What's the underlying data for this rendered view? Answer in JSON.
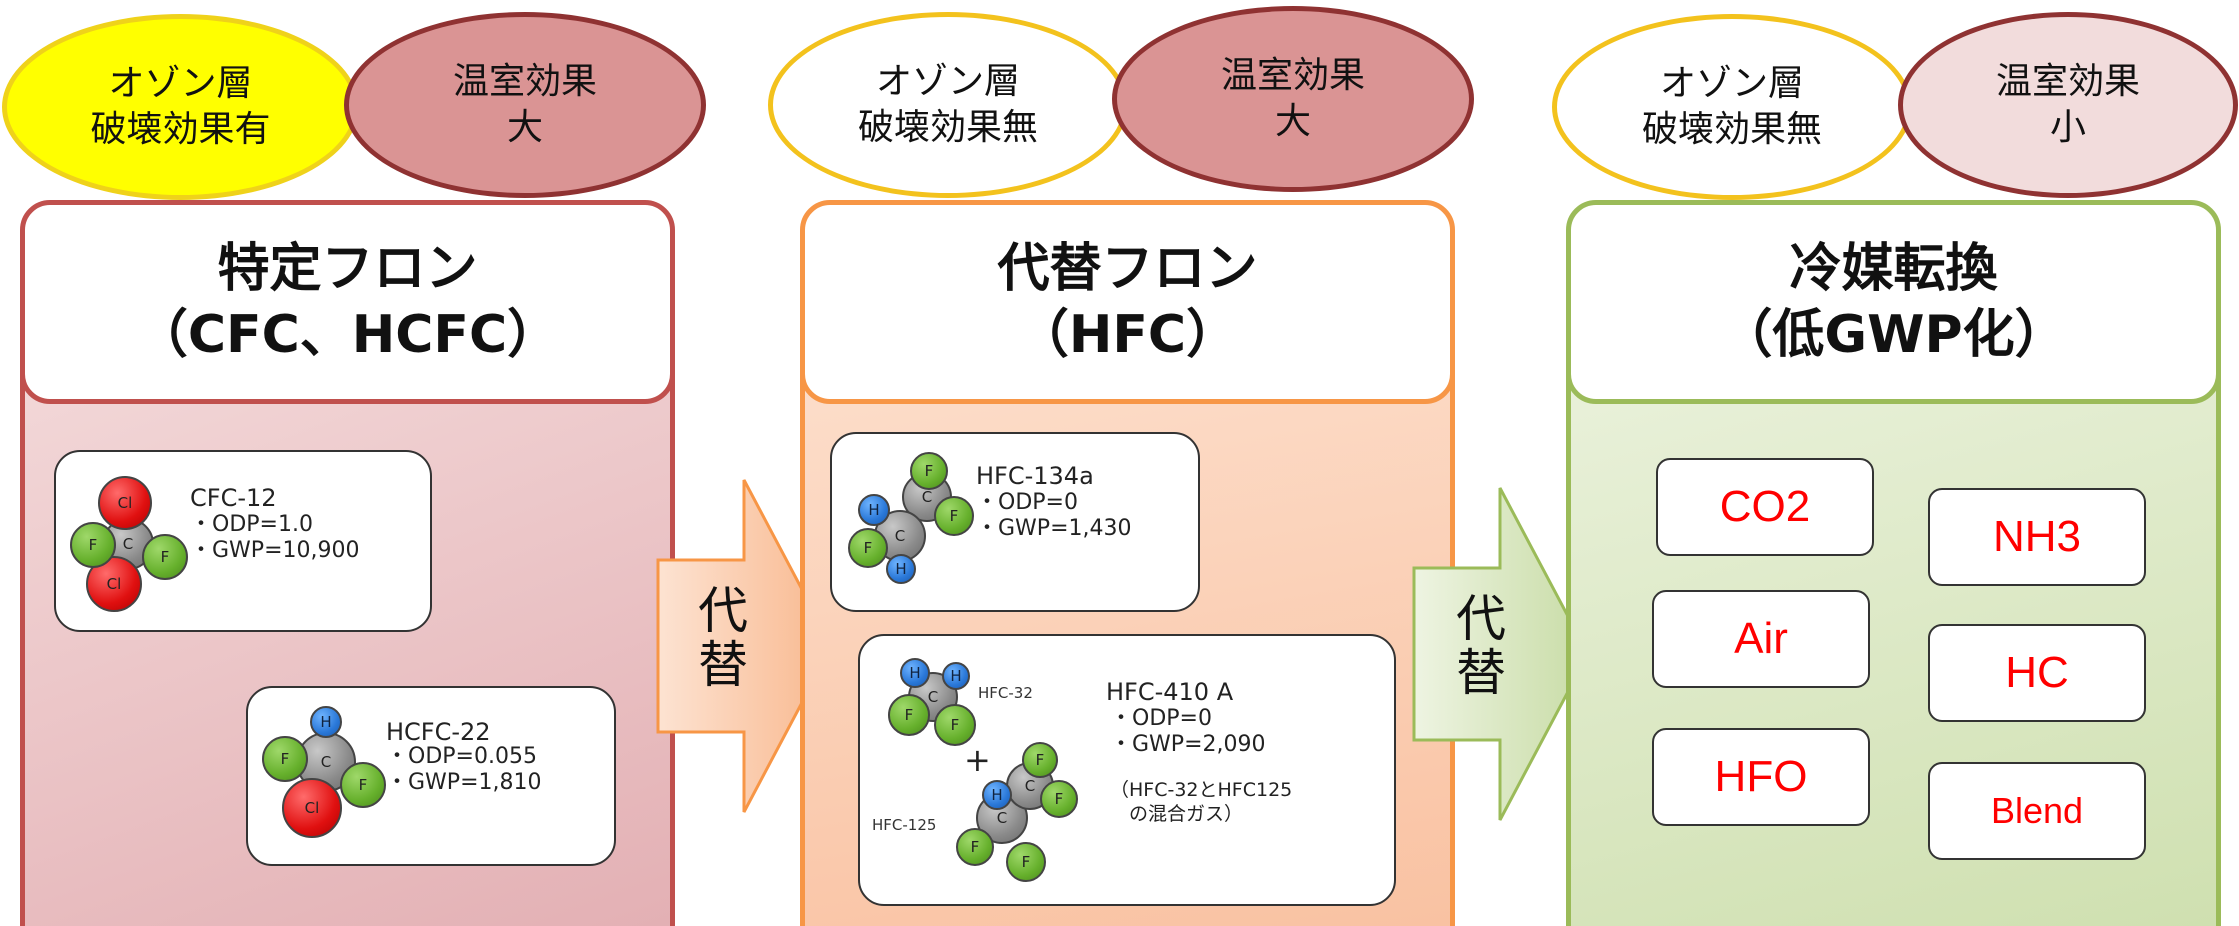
{
  "colors": {
    "cfc_border": "#c0504d",
    "hfc_border": "#f79646",
    "lowgwp_border": "#9bbb59",
    "ozone_active_fill": "#ffff00",
    "ghg_large_fill": "#da9494",
    "ghg_small_fill": "#f2dcdc",
    "refrigerant_text": "#ff0000"
  },
  "columns": [
    {
      "ozone": "オゾン層\n破壊効果有",
      "ghg": "温室効果\n大",
      "title_line1": "特定フロン",
      "title_line2": "（CFC、HCFC）"
    },
    {
      "ozone": "オゾン層\n破壊効果無",
      "ghg": "温室効果\n大",
      "title_line1": "代替フロン",
      "title_line2": "（HFC）"
    },
    {
      "ozone": "オゾン層\n破壊効果無",
      "ghg": "温室効果\n小",
      "title_line1": "冷媒転換",
      "title_line2": "（低GWP化）"
    }
  ],
  "molecules": {
    "cfc12": {
      "name": "CFC-12",
      "odp": "・ODP=1.0",
      "gwp": "・GWP=10,900"
    },
    "hcfc22": {
      "name": "HCFC-22",
      "odp": "・ODP=0.055",
      "gwp": "・GWP=1,810"
    },
    "hfc134a": {
      "name": "HFC-134a",
      "odp": "・ODP=0",
      "gwp": "・GWP=1,430"
    },
    "hfc410a": {
      "name": "HFC-410 A",
      "odp": "・ODP=0",
      "gwp": "・GWP=2,090",
      "note": "（HFC-32とHFC125\n　の混合ガス）",
      "component1": "HFC-32",
      "component2": "HFC-125",
      "plus": "+"
    }
  },
  "atoms": {
    "C": "C",
    "F": "F",
    "H": "H",
    "Cl": "Cl"
  },
  "arrows": [
    "代替",
    "代替"
  ],
  "refrigerants": [
    "CO2",
    "Air",
    "HFO",
    "NH3",
    "HC",
    "Blend"
  ]
}
